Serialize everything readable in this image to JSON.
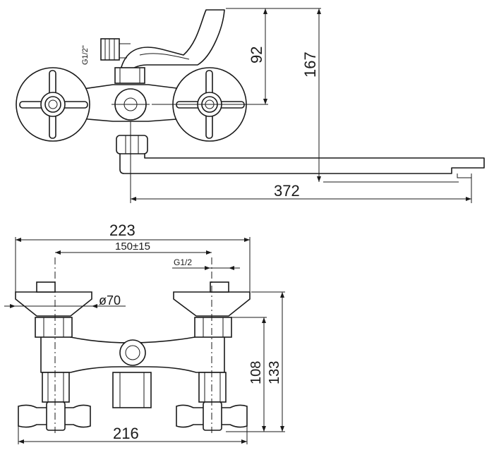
{
  "drawing": {
    "top_view": {
      "thread_label": "G1/2\"",
      "height_spout": "92",
      "height_total": "167",
      "spout_length": "372"
    },
    "front_view": {
      "overall_width": "223",
      "center_distance": "150±15",
      "thread_label": "G1/2",
      "eccentric_diameter": "ø70",
      "height_inner": "108",
      "height_outer": "133",
      "base_width": "216"
    }
  }
}
